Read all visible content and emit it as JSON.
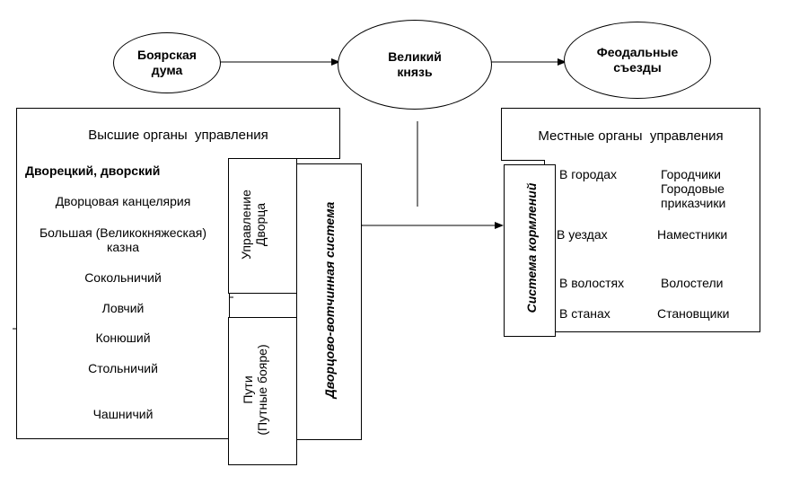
{
  "top_nodes": {
    "boyar_duma": "Боярская\nдума",
    "grand_prince": "Великий\nкнязь",
    "feudal_congresses": "Феодальные\nсъезды"
  },
  "central": {
    "title": "Высшие органы  управления",
    "rows": [
      "Дворецкий, дворский",
      "Дворцовая канцелярия",
      "Большая (Великокняжеская)\nказна",
      "Сокольничий",
      "Ловчий",
      "Конюший",
      "Стольничий",
      "Чашничий"
    ],
    "palace_admin": "Управление\nДворца",
    "paths": "Пути\n(Путные бояре)",
    "system": "Дворцово-вотчинная система"
  },
  "local": {
    "title": "Местные органы  управления",
    "system": "Система кормлений",
    "rows": [
      {
        "place": "В городах",
        "officials": "Городчики\nГородовые\nприказчики"
      },
      {
        "place": "В уездах",
        "officials": "Наместники"
      },
      {
        "place": "В волостях",
        "officials": "Волостели"
      },
      {
        "place": "В станах",
        "officials": "Становщики"
      }
    ]
  }
}
